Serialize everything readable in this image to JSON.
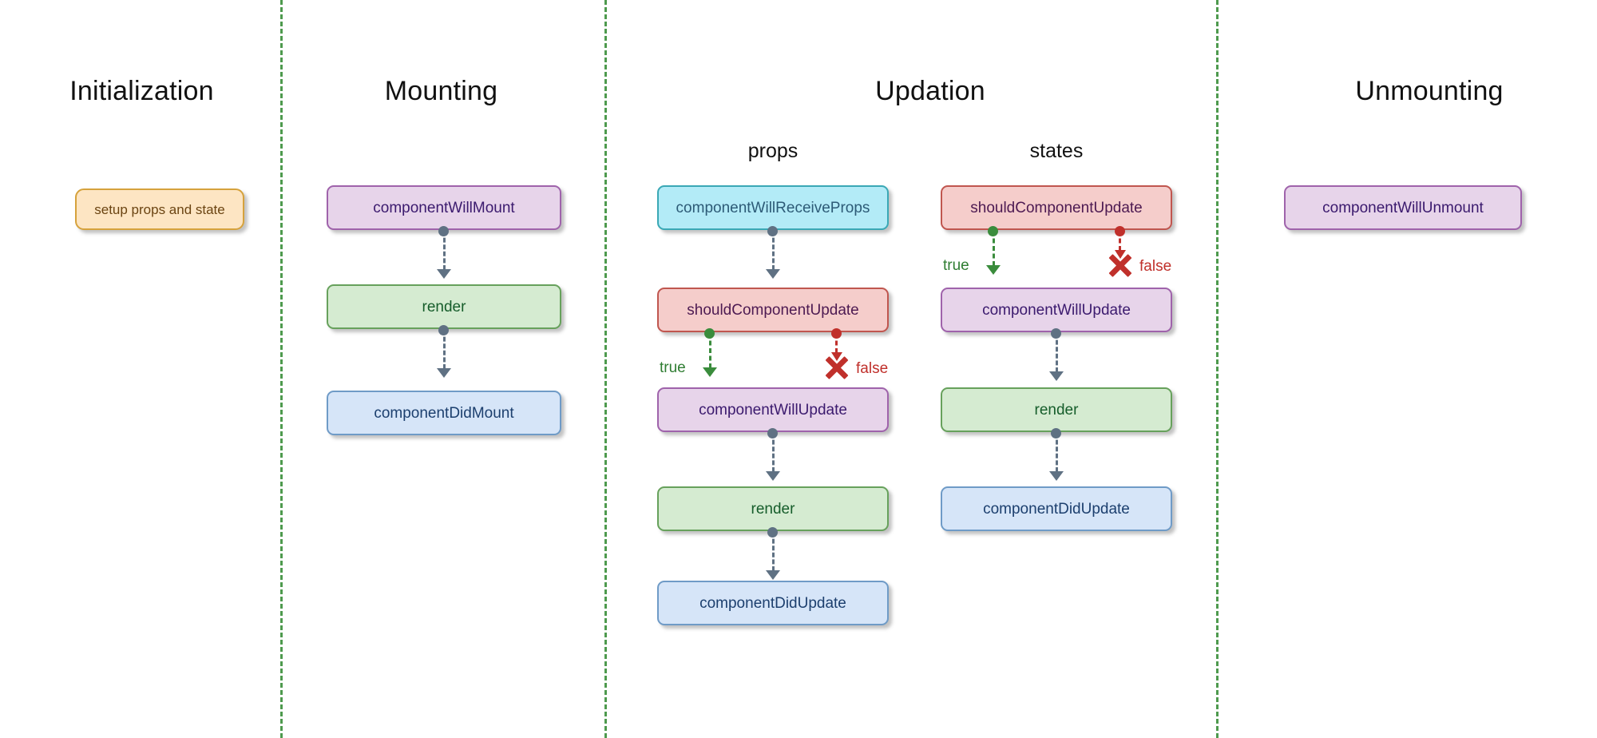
{
  "diagram": {
    "title_row": {
      "initialization": "Initialization",
      "mounting": "Mounting",
      "updation": "Updation",
      "unmounting": "Unmounting"
    },
    "sub_titles": {
      "props": "props",
      "states": "states"
    },
    "branch_labels": {
      "true": "true",
      "false": "false"
    },
    "icons": {
      "stop": "red-x-icon"
    },
    "colors": {
      "divider": "#4e9a4e",
      "orange_fill": "#fde5c3",
      "orange_border": "#d6a23c",
      "purple_fill": "#e7d4ea",
      "purple_border": "#9f63ab",
      "green_fill": "#d5ebd1",
      "green_border": "#67a15c",
      "blue_fill": "#d6e5f8",
      "blue_border": "#6f9bc7",
      "cyan_fill": "#b3ebf7",
      "cyan_border": "#3aa8b5",
      "red_fill": "#f5cdcb",
      "red_border": "#c0564f",
      "connector_gray": "#5f7183",
      "branch_true": "#2f7d32",
      "branch_false": "#c0302b"
    },
    "columns": {
      "initialization": {
        "nodes": [
          {
            "label": "setup props and state"
          }
        ]
      },
      "mounting": {
        "nodes": [
          {
            "label": "componentWillMount"
          },
          {
            "label": "render"
          },
          {
            "label": "componentDidMount"
          }
        ]
      },
      "updation_props": {
        "nodes": [
          {
            "label": "componentWillReceiveProps"
          },
          {
            "label": "shouldComponentUpdate"
          },
          {
            "label": "componentWillUpdate"
          },
          {
            "label": "render"
          },
          {
            "label": "componentDidUpdate"
          }
        ]
      },
      "updation_states": {
        "nodes": [
          {
            "label": "shouldComponentUpdate"
          },
          {
            "label": "componentWillUpdate"
          },
          {
            "label": "render"
          },
          {
            "label": "componentDidUpdate"
          }
        ]
      },
      "unmounting": {
        "nodes": [
          {
            "label": "componentWillUnmount"
          }
        ]
      }
    }
  }
}
